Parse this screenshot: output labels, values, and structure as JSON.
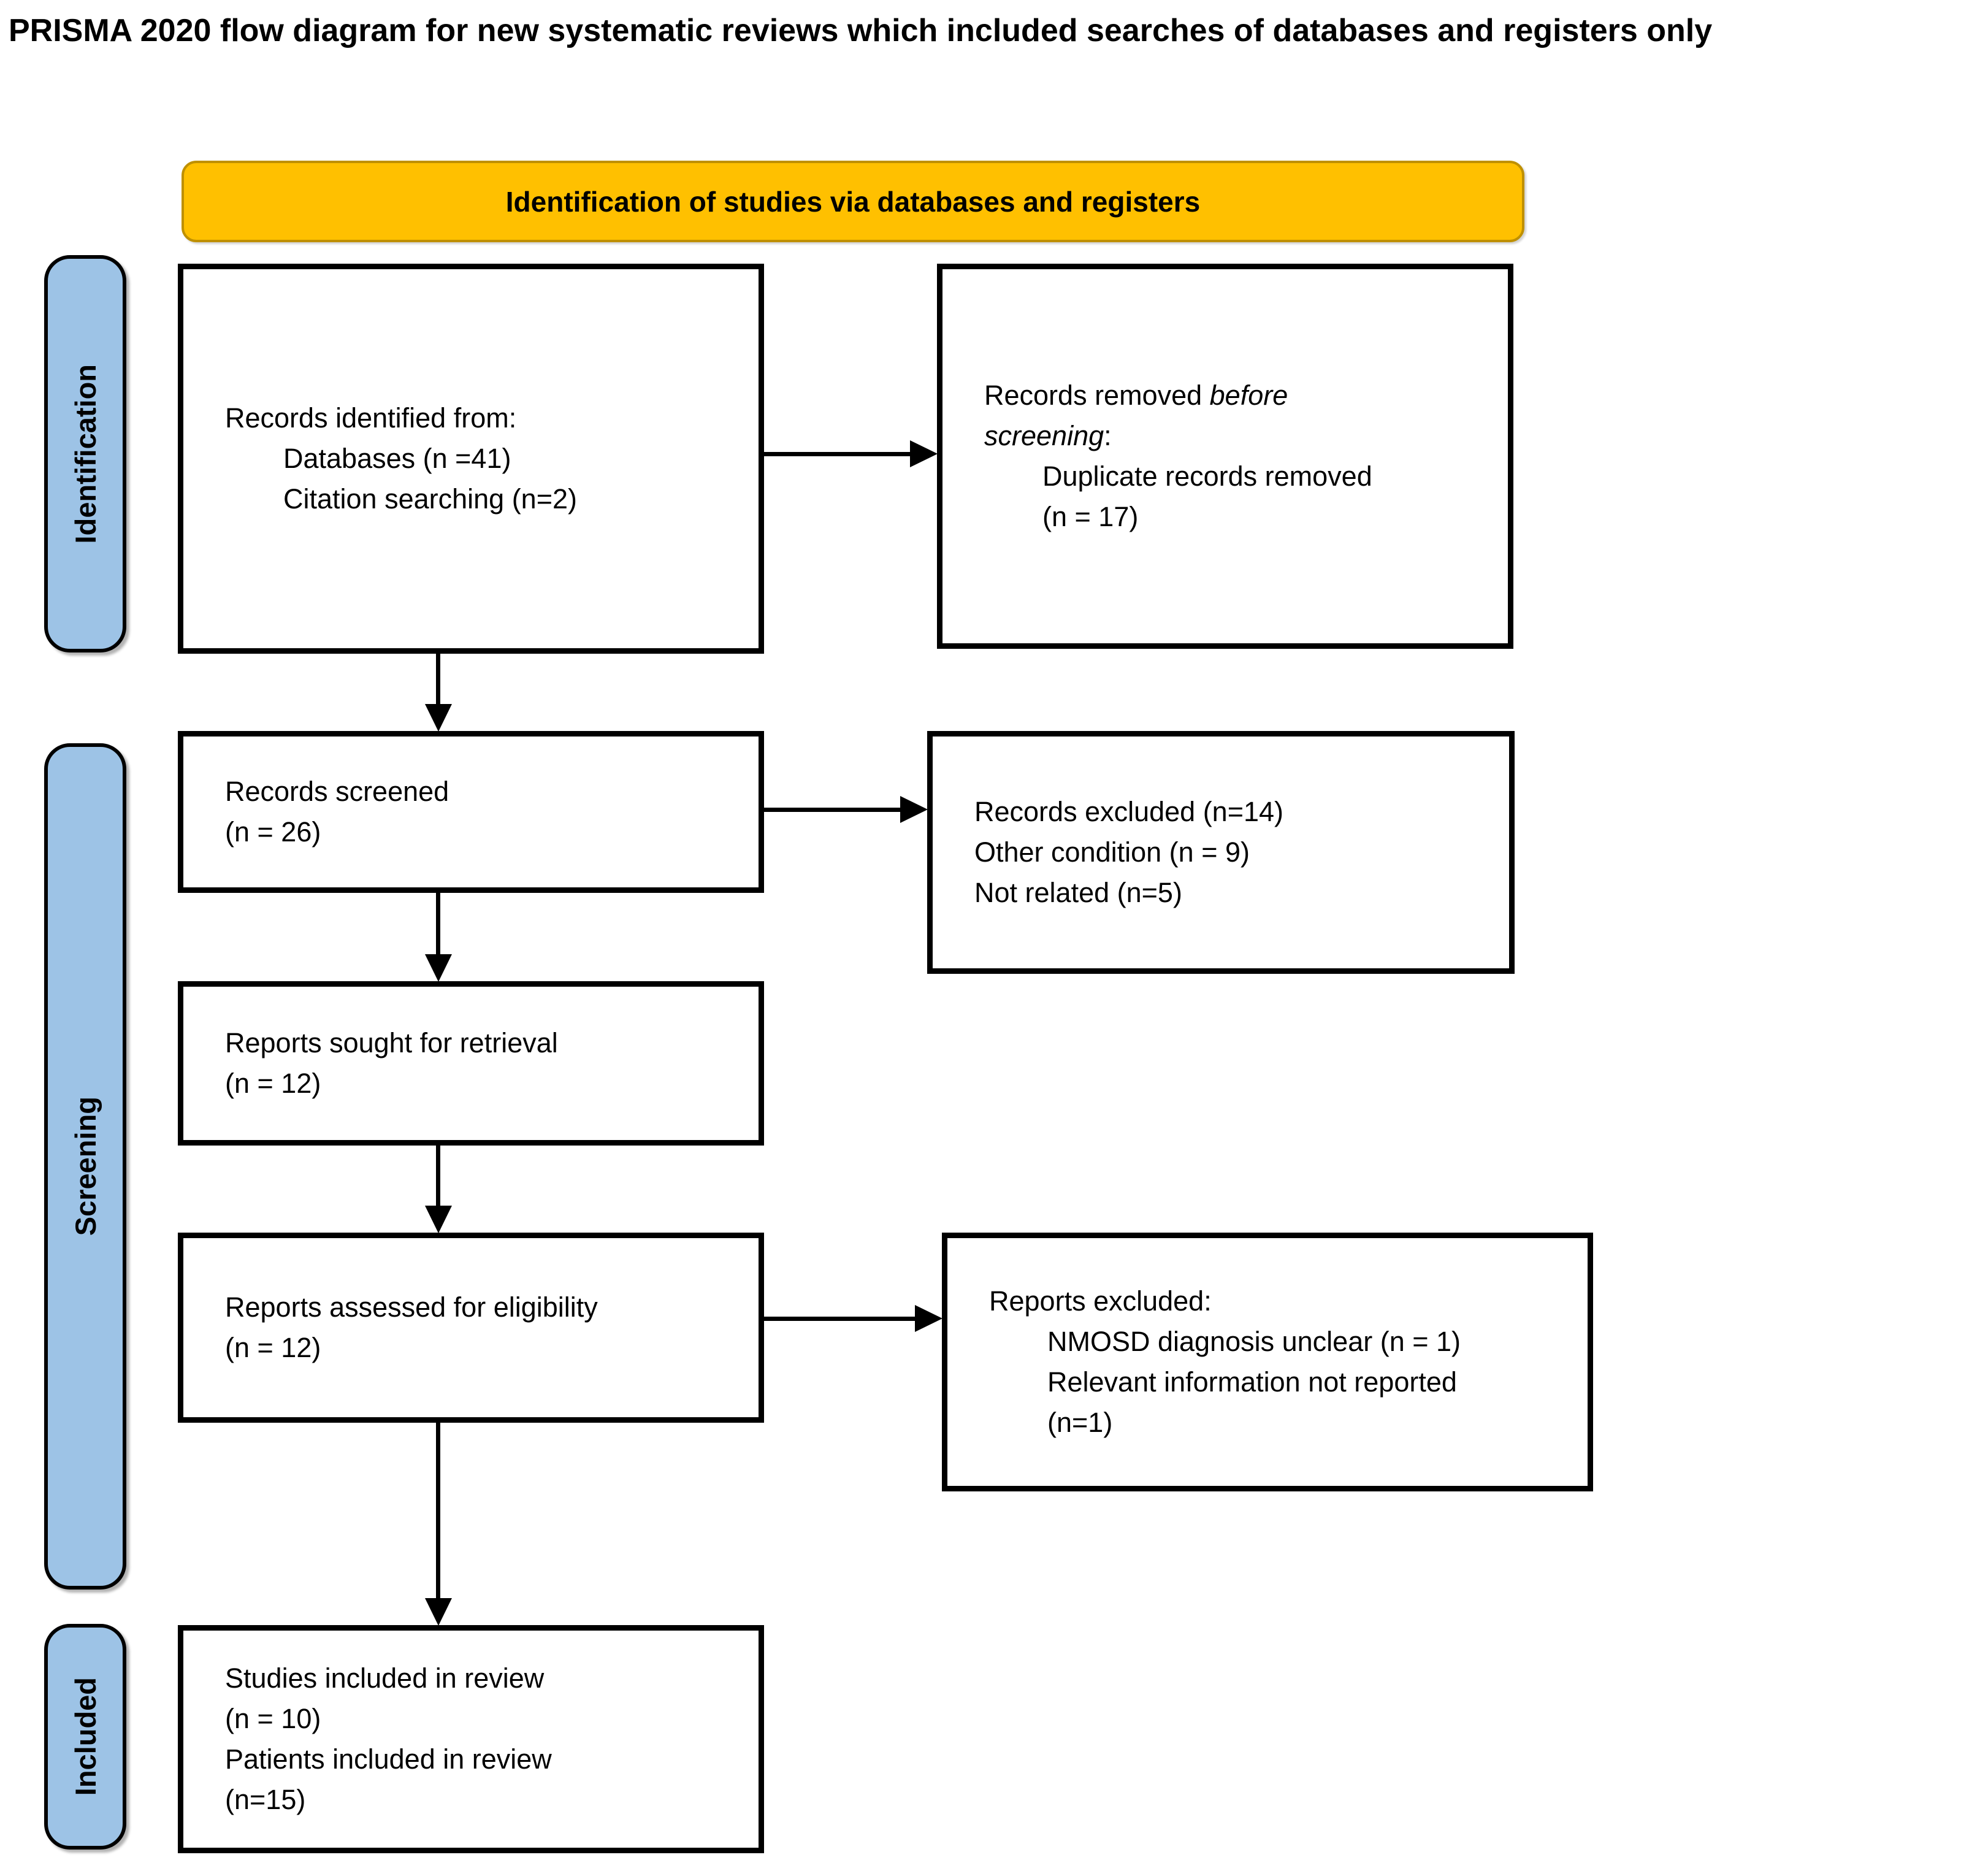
{
  "title": "PRISMA 2020 flow diagram for new systematic reviews which included searches of databases and registers only",
  "header": {
    "label": "Identification of studies via databases and registers"
  },
  "stages": {
    "identification": "Identification",
    "screening": "Screening",
    "included": "Included"
  },
  "boxes": {
    "records_identified": {
      "line1": "Records identified from:",
      "line2": "Databases (n =41)",
      "line3": "Citation searching (n=2)"
    },
    "records_removed": {
      "line1_pre": "Records removed ",
      "line1_italic": "before",
      "line2_italic": "screening",
      "line2_post": ":",
      "line3": "Duplicate records removed",
      "line4": "(n = 17)"
    },
    "records_screened": {
      "line1": "Records screened",
      "line2": "(n = 26)"
    },
    "records_excluded": {
      "line1": "Records excluded (n=14)",
      "line2": "Other condition (n = 9)",
      "line3": "Not related (n=5)"
    },
    "reports_sought": {
      "line1": "Reports sought for retrieval",
      "line2": "(n = 12)"
    },
    "reports_assessed": {
      "line1": "Reports assessed for eligibility",
      "line2": "(n = 12)"
    },
    "reports_excluded": {
      "line1": "Reports excluded:",
      "line2": "NMOSD diagnosis unclear (n = 1)",
      "line3": "Relevant information not reported",
      "line4": "(n=1)"
    },
    "studies_included": {
      "line1": "Studies included in review",
      "line2": "(n = 10)",
      "line3": "Patients included in review",
      "line4": "(n=15)"
    }
  },
  "colors": {
    "banner_bg": "#FFC000",
    "banner_border": "#BF9000",
    "stage_bg": "#9DC3E6",
    "line_color": "#000000"
  }
}
